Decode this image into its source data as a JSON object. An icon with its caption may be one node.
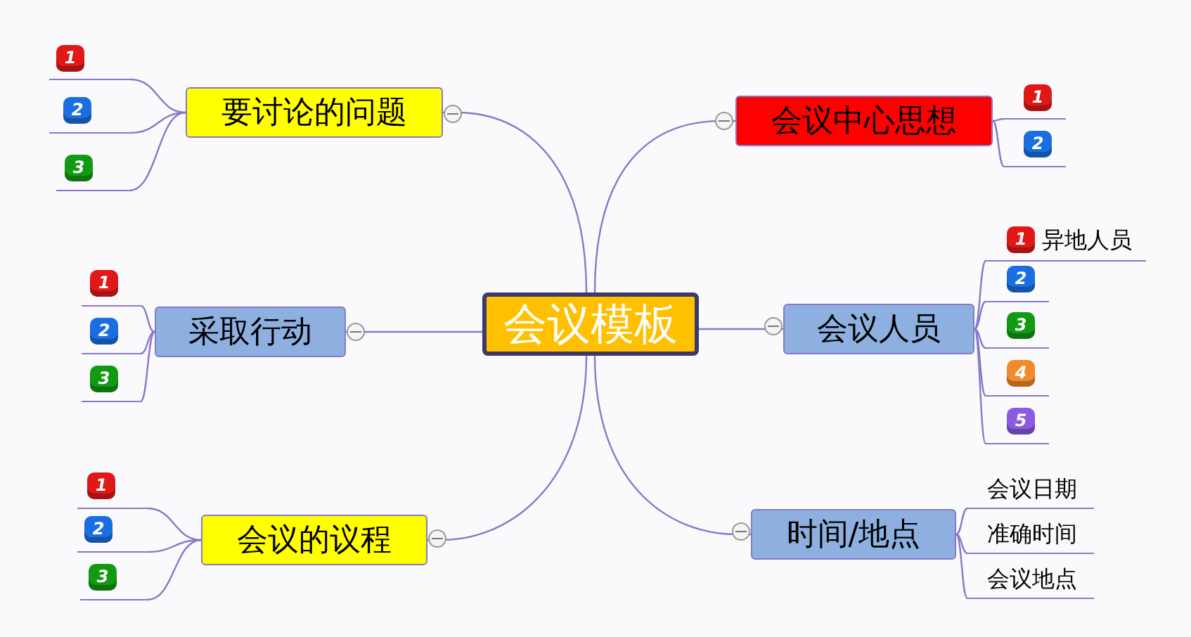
{
  "diagram": {
    "nodes": [
      {
        "text": [
          "会议模板"
        ]
      },
      {
        "text": [
          "要讨论的问题"
        ]
      },
      {
        "text": [
          "1"
        ]
      },
      {
        "text": [
          "2"
        ]
      },
      {
        "text": [
          "3"
        ]
      },
      {
        "text": [
          "采取行动"
        ]
      },
      {
        "text": [
          "1"
        ]
      },
      {
        "text": [
          "2"
        ]
      },
      {
        "text": [
          "3"
        ]
      },
      {
        "text": [
          "会议的议程"
        ]
      },
      {
        "text": [
          "1"
        ]
      },
      {
        "text": [
          "2"
        ]
      },
      {
        "text": [
          "3"
        ]
      },
      {
        "text": [
          "会议中心思想"
        ]
      },
      {
        "text": [
          "1"
        ]
      },
      {
        "text": [
          "2"
        ]
      },
      {
        "text": [
          "会议人员"
        ]
      },
      {
        "text": [
          "1",
          "异地人员"
        ]
      },
      {
        "text": [
          "2"
        ]
      },
      {
        "text": [
          "3"
        ]
      },
      {
        "text": [
          "4"
        ]
      },
      {
        "text": [
          "5"
        ]
      },
      {
        "text": [
          "时间/地点"
        ]
      },
      {
        "text": [
          "会议日期"
        ]
      },
      {
        "text": [
          "准确时间"
        ]
      },
      {
        "text": [
          "会议地点"
        ]
      }
    ],
    "edges": [
      {
        "from": 0,
        "to": 1,
        "arrow": "none"
      },
      {
        "from": 0,
        "to": 5,
        "arrow": "none"
      },
      {
        "from": 0,
        "to": 9,
        "arrow": "none"
      },
      {
        "from": 0,
        "to": 13,
        "arrow": "none"
      },
      {
        "from": 0,
        "to": 16,
        "arrow": "none"
      },
      {
        "from": 0,
        "to": 22,
        "arrow": "none"
      },
      {
        "from": 1,
        "to": 2,
        "arrow": "none"
      },
      {
        "from": 1,
        "to": 3,
        "arrow": "none"
      },
      {
        "from": 1,
        "to": 4,
        "arrow": "none"
      },
      {
        "from": 5,
        "to": 6,
        "arrow": "none"
      },
      {
        "from": 5,
        "to": 7,
        "arrow": "none"
      },
      {
        "from": 5,
        "to": 8,
        "arrow": "none"
      },
      {
        "from": 9,
        "to": 10,
        "arrow": "none"
      },
      {
        "from": 9,
        "to": 11,
        "arrow": "none"
      },
      {
        "from": 9,
        "to": 12,
        "arrow": "none"
      },
      {
        "from": 13,
        "to": 14,
        "arrow": "none"
      },
      {
        "from": 13,
        "to": 15,
        "arrow": "none"
      },
      {
        "from": 16,
        "to": 17,
        "arrow": "none"
      },
      {
        "from": 16,
        "to": 18,
        "arrow": "none"
      },
      {
        "from": 16,
        "to": 19,
        "arrow": "none"
      },
      {
        "from": 16,
        "to": 20,
        "arrow": "none"
      },
      {
        "from": 16,
        "to": 21,
        "arrow": "none"
      },
      {
        "from": 22,
        "to": 23,
        "arrow": "none"
      },
      {
        "from": 22,
        "to": 24,
        "arrow": "none"
      },
      {
        "from": 22,
        "to": 25,
        "arrow": "none"
      }
    ]
  }
}
